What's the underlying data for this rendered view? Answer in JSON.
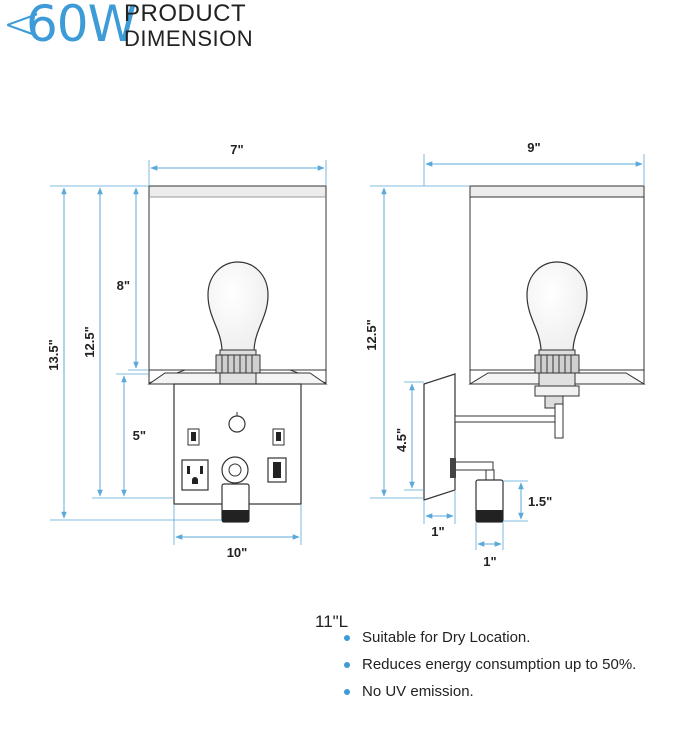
{
  "header": {
    "lt_symbol": "<",
    "wattage": "60W",
    "title_line1": "PRODUCT",
    "title_line2": "DIMENSION"
  },
  "front_view": {
    "shade_width": "7\"",
    "shade_height": "8\"",
    "total_height": "13.5\"",
    "lamp_height": "12.5\"",
    "plate_height": "5\"",
    "plate_width": "10\""
  },
  "side_view": {
    "shade_width": "9\"",
    "total_height": "12.5\"",
    "plate_height": "4.5\"",
    "reading_light_height": "1.5\"",
    "plate_depth": "1\"",
    "reading_light_width": "1\""
  },
  "length_label": "11\"L",
  "features": [
    "Suitable for Dry Location.",
    "Reduces energy consumption up to 50%.",
    "No UV emission."
  ],
  "colors": {
    "accent": "#3d9bd7",
    "dimension_line": "#5aa9da",
    "outline": "#222222"
  }
}
